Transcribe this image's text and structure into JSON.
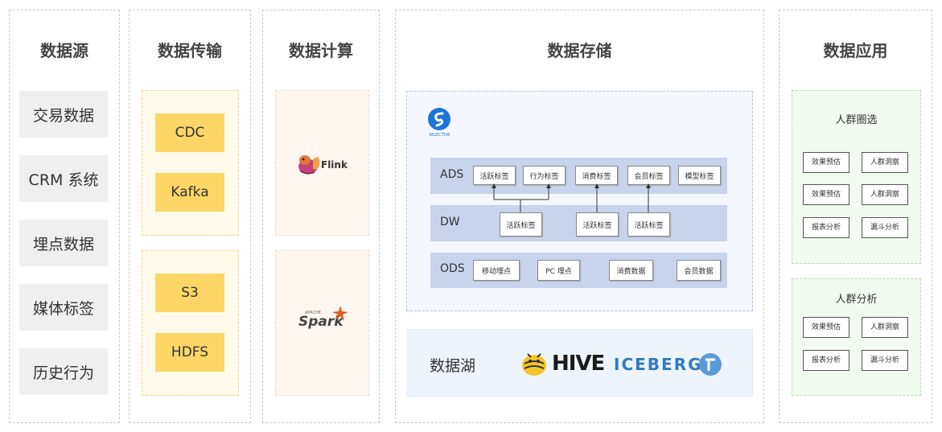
{
  "columns": {
    "source": {
      "title": "数据源",
      "items": [
        "交易数据",
        "CRM 系统",
        "埋点数据",
        "媒体标签",
        "历史行为"
      ]
    },
    "transfer": {
      "title": "数据传输",
      "groups": [
        [
          "CDC",
          "Kafka"
        ],
        [
          "S3",
          "HDFS"
        ]
      ]
    },
    "compute": {
      "title": "数据计算",
      "flink": "Flink",
      "spark": "Spark",
      "spark_small": "APACHE"
    },
    "storage": {
      "title": "数据存储",
      "logo_text": "SELECTDB",
      "layers": {
        "ads": {
          "label": "ADS",
          "tags": [
            "活跃标签",
            "行为标签",
            "消费标签",
            "会员标签",
            "模型标签"
          ]
        },
        "dw": {
          "label": "DW",
          "tags": [
            "活跃标签",
            "活跃标签",
            "活跃标签"
          ]
        },
        "ods": {
          "label": "ODS",
          "tags": [
            "移动埋点",
            "PC 埋点",
            "消费数据",
            "会员数据"
          ]
        }
      },
      "lake": {
        "label": "数据湖",
        "hive": "HIVE",
        "iceberg": "ICEBERG"
      }
    },
    "application": {
      "title": "数据应用",
      "groups": [
        {
          "title": "人群圈选",
          "items": [
            "效果预估",
            "人群洞察",
            "效果预估",
            "人群洞察",
            "报表分析",
            "漏斗分析"
          ]
        },
        {
          "title": "人群分析",
          "items": [
            "效果预估",
            "人群洞察",
            "报表分析",
            "漏斗分析"
          ]
        }
      ]
    }
  },
  "colors": {
    "source_item": "#efefef",
    "transfer_box": "#fdd665",
    "layer": "#c7d4ec",
    "selectdb_blue": "#1c76d8",
    "hive_text": "#1a1a1a",
    "iceberg_text": "#2f7bc1"
  }
}
